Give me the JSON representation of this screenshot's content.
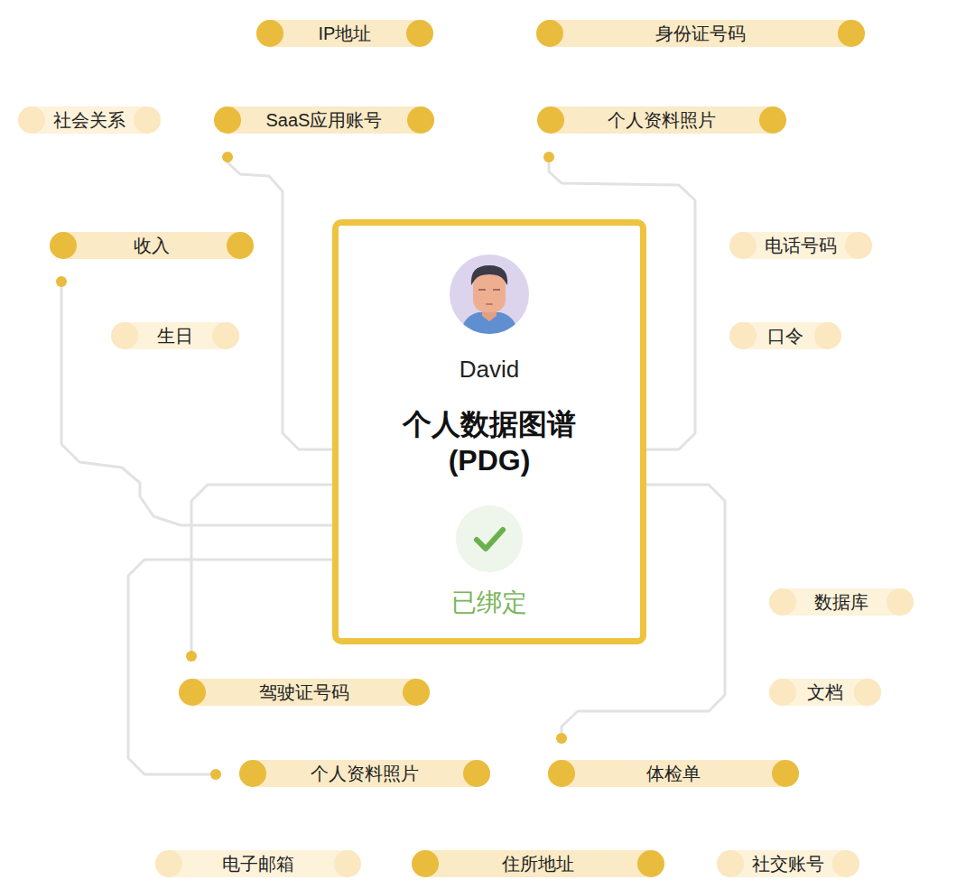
{
  "diagram": {
    "nodes": [
      {
        "text": [
          "IP地址"
        ]
      },
      {
        "text": [
          "身份证号码"
        ]
      },
      {
        "text": [
          "社会关系"
        ]
      },
      {
        "text": [
          "SaaS应用账号"
        ]
      },
      {
        "text": [
          "个人资料照片"
        ]
      },
      {
        "text": [
          "收入"
        ]
      },
      {
        "text": [
          "电话号码"
        ]
      },
      {
        "text": [
          "生日"
        ]
      },
      {
        "text": [
          "口令"
        ]
      },
      {
        "text": [
          "David",
          "个人数据图谱 (PDG)",
          "已绑定"
        ]
      },
      {
        "text": [
          "数据库"
        ]
      },
      {
        "text": [
          "驾驶证号码"
        ]
      },
      {
        "text": [
          "文档"
        ]
      },
      {
        "text": [
          "个人资料照片"
        ]
      },
      {
        "text": [
          "体检单"
        ]
      },
      {
        "text": [
          "电子邮箱"
        ]
      },
      {
        "text": [
          "住所地址"
        ]
      },
      {
        "text": [
          "社交账号"
        ]
      }
    ],
    "edges": [
      {
        "from": 9,
        "to": 3,
        "arrow": "none"
      },
      {
        "from": 9,
        "to": 4,
        "arrow": "none"
      },
      {
        "from": 9,
        "to": 5,
        "arrow": "none"
      },
      {
        "from": 9,
        "to": 11,
        "arrow": "none"
      },
      {
        "from": 9,
        "to": 13,
        "arrow": "none"
      },
      {
        "from": 9,
        "to": 14,
        "arrow": "none"
      }
    ]
  }
}
